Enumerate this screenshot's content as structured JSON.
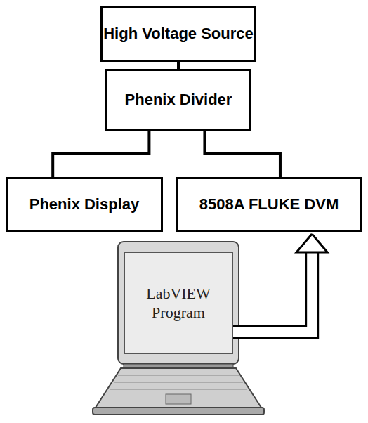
{
  "diagram": {
    "nodes": [
      {
        "text": [
          "High Voltage Source"
        ]
      },
      {
        "text": [
          "Phenix Divider"
        ]
      },
      {
        "text": [
          "Phenix Display"
        ]
      },
      {
        "text": [
          "8508A FLUKE DVM"
        ]
      },
      {
        "text": [
          "LabVIEW Program"
        ]
      }
    ],
    "edges": [
      {
        "from": 0,
        "to": 1,
        "arrow": "none"
      },
      {
        "from": 1,
        "to": 2,
        "arrow": "none"
      },
      {
        "from": 1,
        "to": 3,
        "arrow": "none"
      },
      {
        "from": 4,
        "to": 3,
        "arrow": "to"
      }
    ]
  }
}
